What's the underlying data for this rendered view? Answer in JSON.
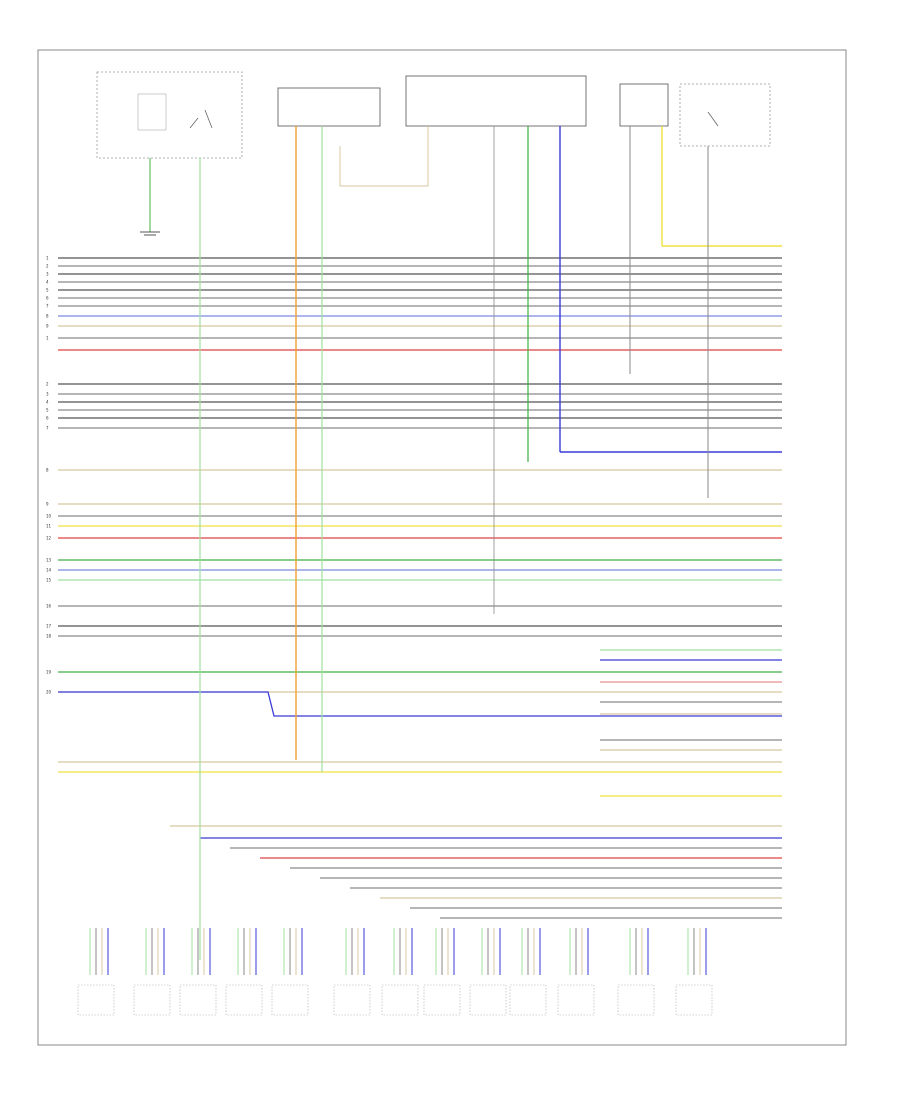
{
  "diagram": {
    "title": "",
    "footer_code": "",
    "top_components": [
      {
        "id": "c1",
        "label": ""
      },
      {
        "id": "c2",
        "label": ""
      },
      {
        "id": "c3",
        "label": ""
      },
      {
        "id": "c4",
        "label": ""
      }
    ],
    "top_ground_label": "",
    "left_numbers": [
      "1",
      "2",
      "3",
      "4",
      "5",
      "6",
      "7",
      "8",
      "9",
      "1",
      "2",
      "3",
      "4",
      "5",
      "6",
      "7",
      "8",
      "9",
      "10",
      "11",
      "12",
      "13",
      "14",
      "15",
      "16",
      "17",
      "18",
      "19",
      "20"
    ],
    "bottom_components": [
      {
        "label": ""
      },
      {
        "label": ""
      },
      {
        "label": ""
      },
      {
        "label": ""
      },
      {
        "label": ""
      },
      {
        "label": ""
      },
      {
        "label": ""
      },
      {
        "label": ""
      },
      {
        "label": ""
      },
      {
        "label": ""
      },
      {
        "label": ""
      },
      {
        "label": ""
      },
      {
        "label": ""
      }
    ],
    "right_block_labels": [
      "",
      "",
      ""
    ],
    "wire_colors": {
      "gray": "#8a8a8a",
      "dark_gray": "#555555",
      "black": "#333333",
      "blue": "#3a3ad8",
      "light_blue": "#7a8ae0",
      "red": "#e04040",
      "pink": "#e89090",
      "orange": "#f0a030",
      "yellow": "#f0e040",
      "green": "#40b040",
      "light_green": "#a0e0a0",
      "tan": "#d8c8a0"
    }
  }
}
